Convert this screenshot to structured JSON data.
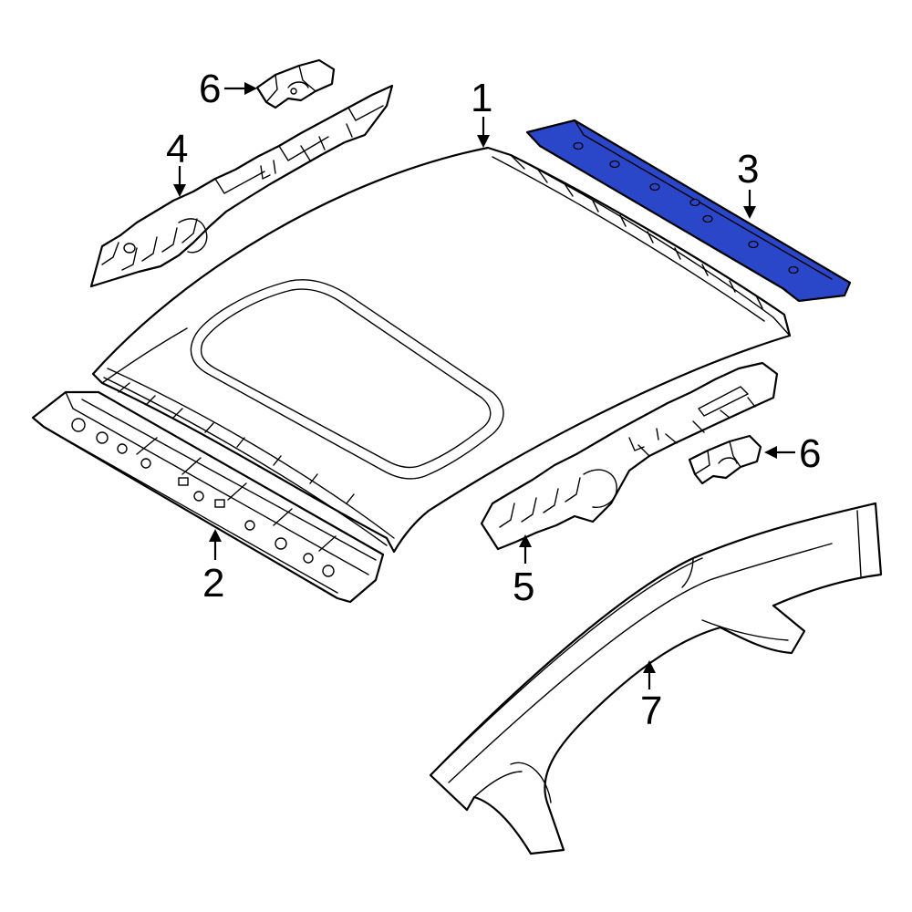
{
  "colors": {
    "line": "#000000",
    "background": "#ffffff",
    "highlight": "#2b47c9"
  },
  "callouts": {
    "c1": "1",
    "c2": "2",
    "c3": "3",
    "c4": "4",
    "c5": "5",
    "c6a": "6",
    "c6b": "6",
    "c7": "7"
  }
}
